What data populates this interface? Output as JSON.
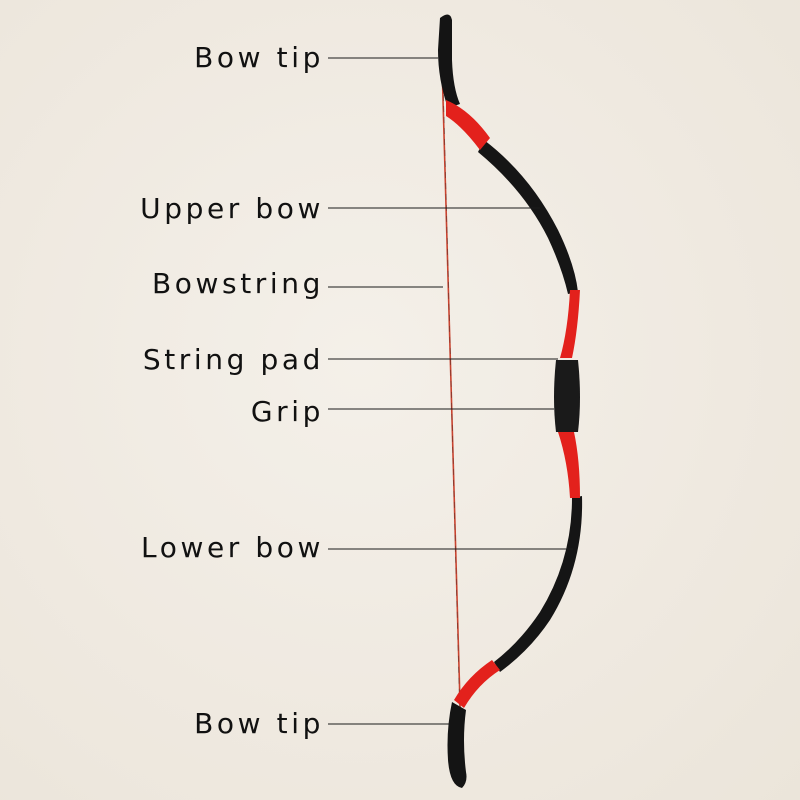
{
  "labels": {
    "bow_tip_top": "Bow tip",
    "upper_bow": "Upper bow",
    "bowstring": "Bowstring",
    "string_pad": "String pad",
    "grip": "Grip",
    "lower_bow": "Lower bow",
    "bow_tip_bottom": "Bow tip"
  },
  "colors": {
    "background": "#efe9e0",
    "bow_limb": "#141414",
    "bow_accent": "#e3211c",
    "leader_line": "#1a1a1a",
    "bowstring": "#c9432f"
  }
}
